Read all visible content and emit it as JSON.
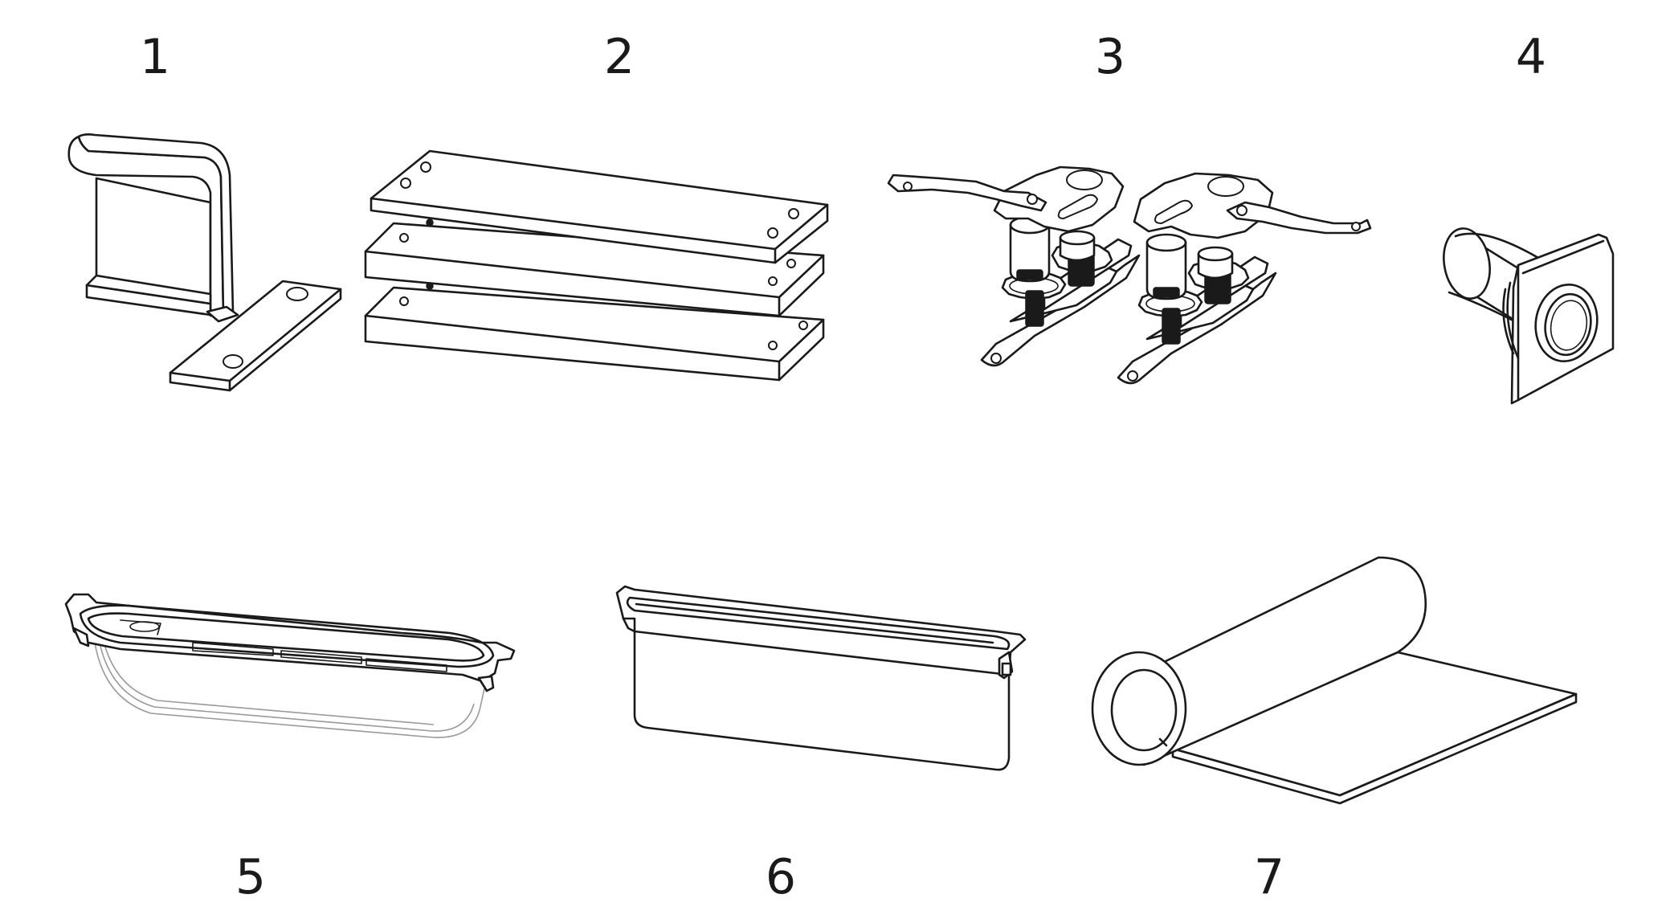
{
  "items": [
    {
      "number": "1",
      "icon": "clip-icon"
    },
    {
      "number": "2",
      "icon": "plates-icon"
    },
    {
      "number": "3",
      "icon": "knob-assembly-icon"
    },
    {
      "number": "4",
      "icon": "grommet-icon"
    },
    {
      "number": "5",
      "icon": "glass-tray-icon"
    },
    {
      "number": "6",
      "icon": "frame-basket-icon"
    },
    {
      "number": "7",
      "icon": "roll-sheet-icon"
    }
  ],
  "colors": {
    "line": "#1a1a1a",
    "background": "#ffffff"
  }
}
